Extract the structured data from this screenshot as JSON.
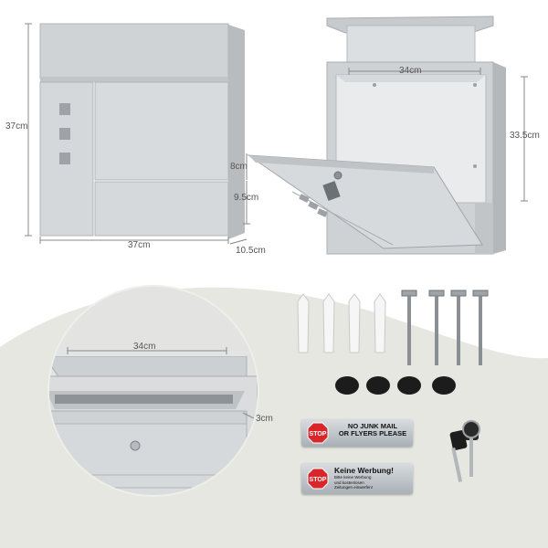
{
  "dimensions": {
    "front_height": "37cm",
    "front_width": "37cm",
    "depth": "10.5cm",
    "slot_height": "8cm",
    "lower_door_height": "9.5cm",
    "interior_width": "34cm",
    "interior_height": "33.5cm",
    "detail_width": "34cm",
    "detail_slot": "3cm"
  },
  "accessories": {
    "wall_anchors": 4,
    "screws": 4,
    "rubber_feet": 4,
    "keys": 2
  },
  "signs": [
    {
      "icon": "STOP",
      "lines": [
        "NO JUNK MAIL",
        "OR FLYERS PLEASE"
      ]
    },
    {
      "icon": "STOP",
      "heading": "Keine Werbung!",
      "lines": [
        "Bitte keine Werbung",
        "und kostenlosen",
        "Zeitungen einwerfen!"
      ]
    }
  ],
  "colors": {
    "steel": "#d3d6d8",
    "steel_dark": "#a9adb1",
    "swoosh": "#e6e6e0",
    "stop_red": "#d8262a"
  }
}
